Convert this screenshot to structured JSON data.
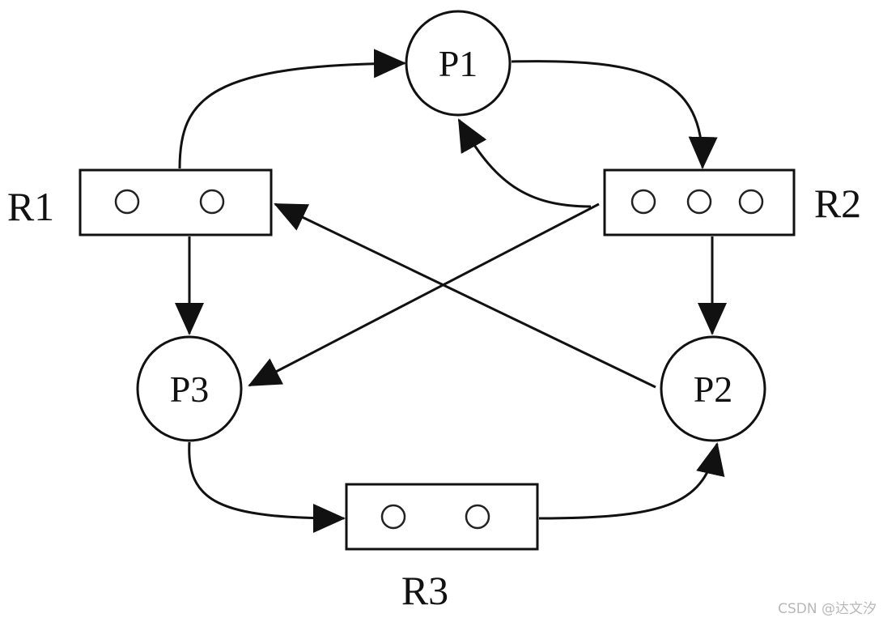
{
  "processes": [
    {
      "id": "P1",
      "label": "P1"
    },
    {
      "id": "P2",
      "label": "P2"
    },
    {
      "id": "P3",
      "label": "P3"
    }
  ],
  "resources": [
    {
      "id": "R1",
      "label": "R1",
      "instances": 2
    },
    {
      "id": "R2",
      "label": "R2",
      "instances": 3
    },
    {
      "id": "R3",
      "label": "R3",
      "instances": 2
    }
  ],
  "edges": [
    {
      "from": "R1",
      "to": "P1"
    },
    {
      "from": "P1",
      "to": "R2"
    },
    {
      "from": "R2",
      "to": "P1"
    },
    {
      "from": "R2",
      "to": "P2"
    },
    {
      "from": "R2",
      "to": "P3"
    },
    {
      "from": "P2",
      "to": "R1"
    },
    {
      "from": "R1",
      "to": "P3"
    },
    {
      "from": "P3",
      "to": "R3"
    },
    {
      "from": "R3",
      "to": "P2"
    }
  ],
  "watermark": "CSDN @达文汐"
}
